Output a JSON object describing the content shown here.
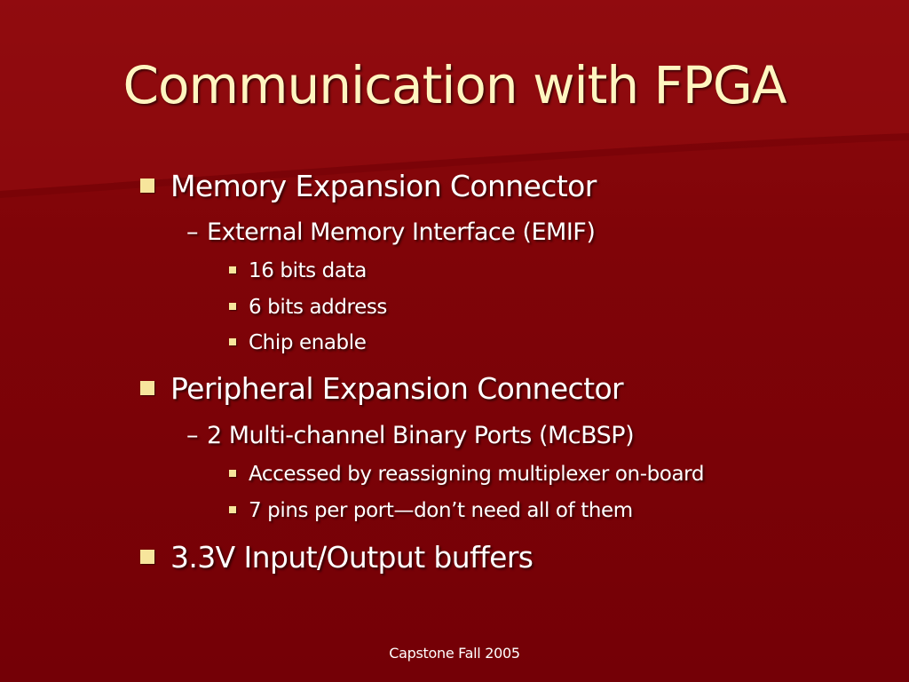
{
  "slide": {
    "title": "Communication with FPGA",
    "bullets": [
      {
        "level": 1,
        "text": "Memory Expansion Connector"
      },
      {
        "level": 2,
        "marker": "–",
        "text": "External Memory Interface (EMIF)"
      },
      {
        "level": 3,
        "text": "16 bits data"
      },
      {
        "level": 3,
        "text": "6 bits address"
      },
      {
        "level": 3,
        "text": "Chip enable"
      },
      {
        "level": 1,
        "text": "Peripheral Expansion Connector"
      },
      {
        "level": 2,
        "marker": "–",
        "text": "2 Multi-channel Binary Ports (McBSP)"
      },
      {
        "level": 3,
        "text": "Accessed by reassigning multiplexer on-board"
      },
      {
        "level": 3,
        "text": "7 pins per port—don’t need all of them"
      },
      {
        "level": 1,
        "text": "3.3V Input/Output buffers"
      }
    ],
    "footer": "Capstone Fall 2005"
  },
  "colors": {
    "background": "#7a0004",
    "title": "#fff5c0",
    "body_text": "#ffffff",
    "bullet": "#f7e59c"
  },
  "icons": {
    "level1_bullet": "square-bullet-icon",
    "level3_bullet": "small-square-bullet-icon"
  }
}
